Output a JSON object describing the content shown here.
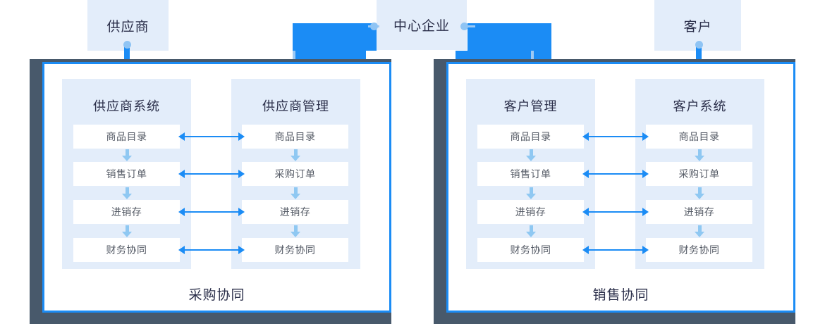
{
  "actors": [
    {
      "id": "supplier",
      "label": "供应商"
    },
    {
      "id": "center",
      "label": "中心企业"
    },
    {
      "id": "customer",
      "label": "客户"
    }
  ],
  "panels": [
    {
      "id": "purchase",
      "caption": "采购协同",
      "groups": [
        {
          "id": "supplier-system",
          "title": "供应商系统",
          "cells": [
            "商品目录",
            "销售订单",
            "进销存",
            "财务协同"
          ]
        },
        {
          "id": "supplier-management",
          "title": "供应商管理",
          "cells": [
            "商品目录",
            "采购订单",
            "进销存",
            "财务协同"
          ]
        }
      ]
    },
    {
      "id": "sales",
      "caption": "销售协同",
      "groups": [
        {
          "id": "customer-management",
          "title": "客户管理",
          "cells": [
            "商品目录",
            "销售订单",
            "进销存",
            "财务协同"
          ]
        },
        {
          "id": "customer-system",
          "title": "客户系统",
          "cells": [
            "商品目录",
            "采购订单",
            "进销存",
            "财务协同"
          ]
        }
      ]
    }
  ],
  "colors": {
    "accent": "#1b8cf5",
    "accent_soft": "#8fc4f4",
    "chip_bg": "#e3edfa",
    "frame_shadow": "#48596b",
    "text_dark": "#2b2f4a",
    "text_cell": "#555b66"
  }
}
